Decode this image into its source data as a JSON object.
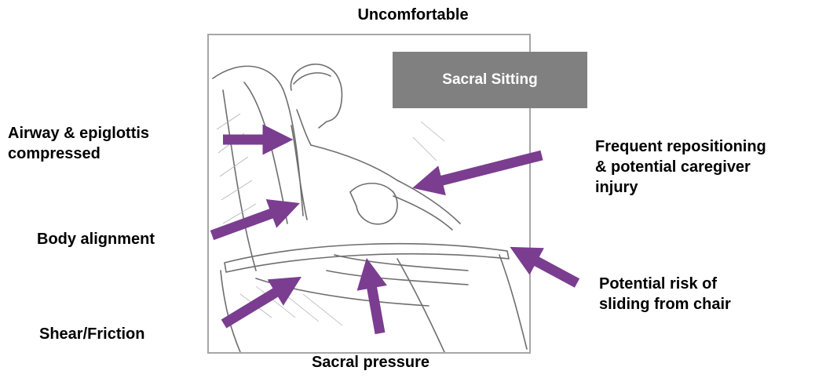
{
  "title": "Uncomfortable",
  "badge": "Sacral Sitting",
  "bottom_label": "Sacral pressure",
  "labels": {
    "airway": "Airway & epiglottis\ncompressed",
    "body_alignment": "Body alignment",
    "shear": "Shear/Friction",
    "repositioning": "Frequent repositioning\n& potential caregiver\ninjury",
    "sliding": "Potential risk of\nsliding from chair"
  },
  "colors": {
    "arrow": "#7b3d8f",
    "badge": "#808080",
    "frame": "#a6a6a6",
    "sketch": "#6e6e6e"
  },
  "illustration": "pencil sketch of seated person slouching in armchair"
}
